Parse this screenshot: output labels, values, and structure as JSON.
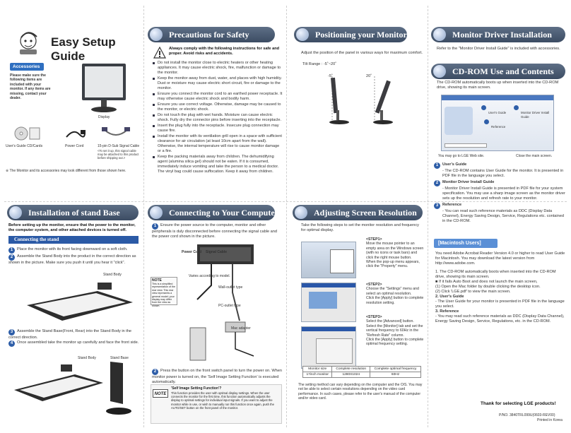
{
  "guide": {
    "title": "Easy Setup Guide",
    "accessories_tab": "Accessories",
    "accessories_text": "Please make sure the following items are included with your monitor. If any items are missing, contact your dealer.",
    "display_label": "Display",
    "items": [
      "User's Guide CD/Cards",
      "Power Cord",
      "15-pin D-Sub Signal Cable"
    ],
    "cable_note": "<To set it up, this signal cable may be attached to this product before shipping out.>",
    "footnote": "※ The Monitor and its accessories may look different from those shown here."
  },
  "safety": {
    "title": "Precautions for Safety",
    "intro": "Always comply with the following instructions for safe and proper. Avoid risks and accidents.",
    "bullets": [
      "Do not install the monitor close to electric heaters or other heating appliances. It may cause electric shock, fire, malfunction or damage to the monitor.",
      "Keep the monitor away from dust, water, and places with high humidity. Dust or moisture may cause electric short circuit, fire or damage to the monitor.",
      "Ensure you connect the monitor cord to an earthed power receptacle. It may otherwise cause electric shock and bodily harm.",
      "Ensure you use correct voltage. Otherwise, damage may be caused to the monitor, or electric shock.",
      "Do not touch the plug with wet hands. Moisture can cause electric shock. Fully dry the connector pins before inserting into the receptacle.",
      "Insert the plug fully into the receptacle. Insecure plug connection may cause fire.",
      "Install the monitor with its ventilation grill open in a space with sufficient clearance for air circulation (at least 10cm apart from the wall). Otherwise, the internal temperature will rise to cause monitor damage or a fire.",
      "Keep the packing materials away from children. The dehumidifying agent (alumina silica gel) should not be eaten. If it is consumed, immediately induce vomiting and take the person to a medical doctor. The vinyl bag could cause suffocation. Keep it away from children."
    ]
  },
  "position": {
    "title": "Positioning your Monitor",
    "intro": "Adjust the position of the panel in various ways for maximum comfort.",
    "tilt": "Tilt Range : -5˚~20˚",
    "angle_left": "-5˚",
    "angle_right": "20˚"
  },
  "driver": {
    "title": "Monitor Driver Installation",
    "text": "Refer to the \"Monitor Driver Install Guide\" is included with accessories."
  },
  "cdrom": {
    "title": "CD-ROM Use and Contents",
    "intro": "The CD-ROM automatically boots up when inserted into the CD-ROM drive, showing its main screen.",
    "screen_items": [
      "User's Guide",
      "Monitor Driver Install Guide",
      "Reference"
    ],
    "caption_left": "You may go to LGE Web site.",
    "caption_right": "Close the main screen.",
    "sections": [
      {
        "num": "1",
        "head": "User's Guide",
        "body": "- The CD-ROM contains User Guide for the monitor. It is presented in PDF file in the language you select."
      },
      {
        "num": "2",
        "head": "Monitor Driver Install Guide",
        "body": "- Monitor Driver Install Guide is presented in PDF file for your system specification. You may use a sharp image screen as the monitor driver sets up the resolution and refresh rate to your monitor."
      },
      {
        "num": "3",
        "head": "Reference",
        "body": "- You can read such reference materials as DDC (Display Data Channel), Energy Saving Design, Service, Regulations etc. contained in the CD-ROM."
      }
    ]
  },
  "mac": {
    "title": "[Macintosh Users]",
    "intro": "You need Adobe Acrobat Reader Version 4.0 or higher to read User Guide for Macintosh. You may download the latest version from http://www.adobe.com.",
    "lines": [
      "1. The CD-ROM automatically boots when inserted into the CD-ROM drive, showing its main screen.",
      "■ If it fails Auto Boot and does not launch the main screen,",
      "(1) Open the Mac folder by double clicking the desktop icon.",
      "(2) Click 'LGE.pdf' to view the main screen.",
      "2. User's Guide",
      "- The User Guide for your monitor is presented in PDF file in the language you select.",
      "3. Reference",
      "- You may read such reference materials as DDC (Display Data Channel), Energy Saving Design, Service, Regulations, etc. in the CD-ROM."
    ],
    "thanks": "Thank for selecting LGE products!",
    "pn": "P/NO. 3840TRL099U(0603-REV00)",
    "printed": "Printed in Korea"
  },
  "stand": {
    "title": "Installation of stand Base",
    "intro": "Before setting up the monitor, ensure that the power to the monitor, the computer system, and other attached devices is turned off.",
    "sub": "Connecting the stand",
    "steps": [
      "Place the monitor with its front facing downward on a soft cloth.",
      "Assemble the Stand Body into the product in the correct direction as shown in the picture. Make sure you push it until you hear it \"click\".",
      "Assemble the Stand Base(Front, Rear) into the Stand Body in the correct direction.",
      "Once assembled take the monitor up carefully and face the front side."
    ],
    "label_body": "Stand Body",
    "label_base": "Stand Base"
  },
  "computer": {
    "title": "Connecting to Your Computer",
    "step1": "Ensure the power source to the computer, monitor and other peripherals is duly disconnected before connecting the signal cable and the power cord shown in the picture.",
    "labels": [
      "Power Cord",
      "Signal Cable",
      "Varies according to model.",
      "Wall-outlet type",
      "PC-outlet type",
      "Mac adapter"
    ],
    "note_title": "NOTE",
    "note": "This is a simplified representation of the rear view. This rear view represents a general model; your display may differ from the view as shown.",
    "step2": "Press the button on the front switch panel to turn the power on. When monitor power is turned on, the 'Self Image Setting Function' is executed automatically.",
    "note2_title": "'Self Image Setting Function'?",
    "note2": "This function provides the user with optimal display settings. When the user connects the monitor for the first time, this function automatically adjusts the display to optimal settings for individual input signals. If you want to adjust the monitor while in use, or wish to manually run this function once again, push the AUTO/SET button on the front panel of the monitor."
  },
  "resolution": {
    "title": "Adjusting Screen Resolution",
    "intro": "Take the following steps to set the monitor resolution and frequency for optimal display.",
    "steps": [
      {
        "head": "<STEP1>",
        "items": [
          "Move the mouse pointer to an empty area on the Windows screen (with no icons or task bars) and click the right mouse button.",
          "When the pop-up menu appears, click the \"Property\" menu."
        ]
      },
      {
        "head": "<STEP2>",
        "items": [
          "Choose the \"Settings\" menu and select an optimal resolution.",
          "Click the [Apply] button to complete resolution setting."
        ]
      },
      {
        "head": "<STEP3>",
        "items": [
          "Select the [Advanced] button.",
          "Select the [Monitor] tab and set the vertical frequency to 60Hz in the \"Refresh Rate\" column.",
          "Click the [Apply] button to complete optimal frequency setting."
        ]
      }
    ],
    "table_head": [
      "Monitor size",
      "Complete resolution",
      "Complete optimal frequency"
    ],
    "table_row": [
      "17inch monitor",
      "1280X1024",
      "60Hz"
    ],
    "footnote": "The setting method can vary depending on the computer and the O/S. You may not be able to select certain resolutions depending on the video card performance. In such cases, please refer to the user's manual of the computer and/or video card."
  },
  "colors": {
    "banner": "#4a5a72",
    "accent": "#2b5aa6",
    "blue_bar": "#3a76c6"
  }
}
